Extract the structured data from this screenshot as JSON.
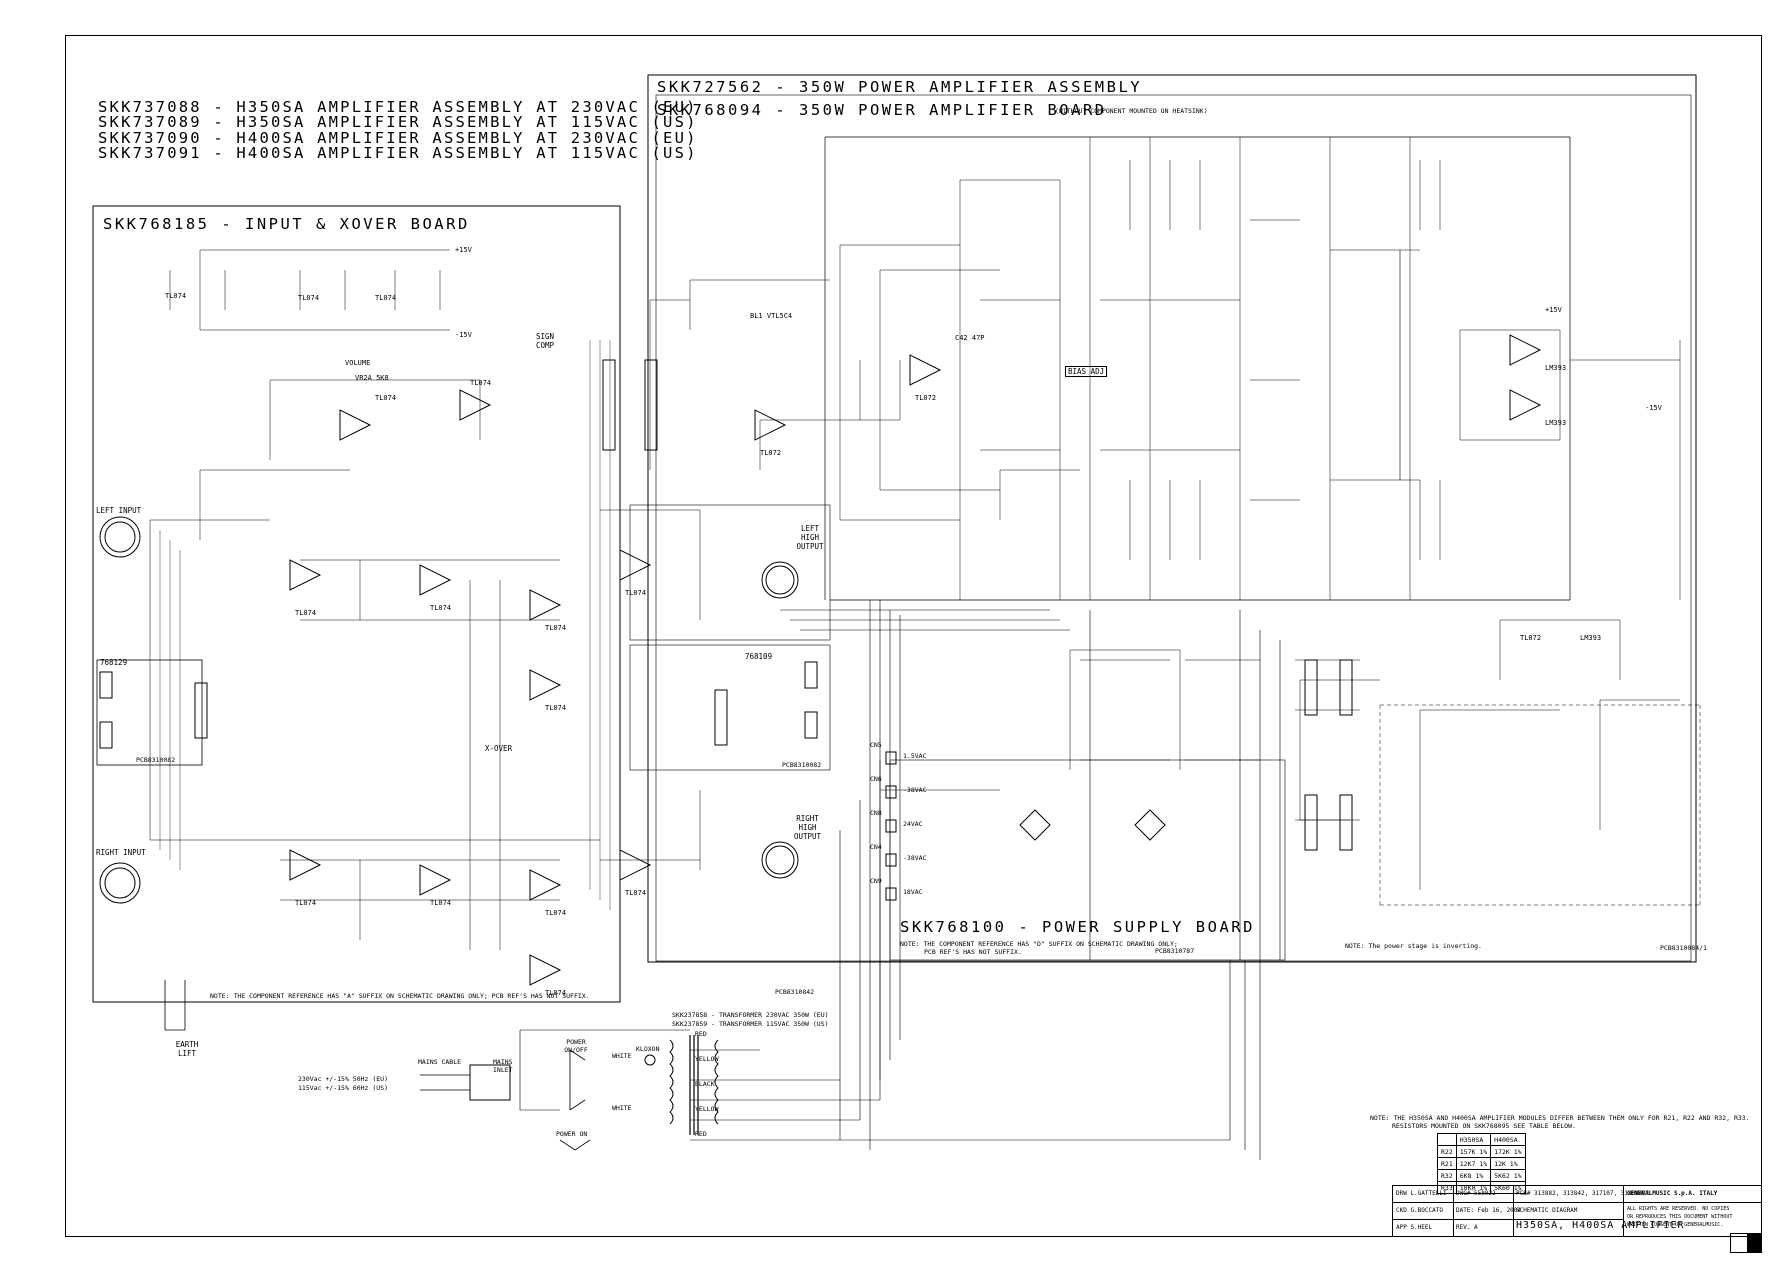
{
  "assemblies": [
    "SKK737088 - H350SA AMPLIFIER ASSEMBLY AT 230VAC (EU)",
    "SKK737089 - H350SA AMPLIFIER ASSEMBLY AT 115VAC (US)",
    "SKK737090 - H400SA AMPLIFIER ASSEMBLY AT 230VAC (EU)",
    "SKK737091 - H400SA AMPLIFIER ASSEMBLY AT 115VAC (US)"
  ],
  "power_amp": {
    "assembly_title": "SKK727562 - 350W POWER AMPLIFIER ASSEMBLY",
    "board_title": "SKK768094 - 350W POWER AMPLIFIER BOARD",
    "board_note": "(WITHOUT COMPONENT MOUNTED ON HEATSINK)",
    "bias_label": "BIAS ADJ",
    "inverting_note": "NOTE: The power stage is inverting.",
    "pcb_ref": "PCB8310084/1"
  },
  "input_board": {
    "title": "SKK768185 - INPUT & XOVER BOARD",
    "volume": "VOLUME",
    "left_input": "LEFT INPUT",
    "right_input": "RIGHT INPUT",
    "left_output": "LEFT HIGH OUTPUT",
    "right_output": "RIGHT HIGH OUTPUT",
    "xover": "X-OVER",
    "earth_lift": "EARTH LIFT",
    "sign_comp": "SIGN COMP",
    "module_left": "768129",
    "module_right": "768109",
    "pcb_left": "PCB8310082",
    "pcb_right": "PCB8310082",
    "note": "NOTE: THE COMPONENT REFERENCE HAS \"A\" SUFFIX ON SCHEMATIC DRAWING ONLY; PCB REF'S HAS NOT SUFFIX.",
    "pcb_ref": "PCB8310842"
  },
  "power_supply": {
    "title": "SKK768100 - POWER SUPPLY BOARD",
    "note_line1": "NOTE: THE COMPONENT REFERENCE HAS \"D\" SUFFIX ON SCHEMATIC DRAWING ONLY;",
    "note_line2": "PCB REF'S HAS NOT SUFFIX.",
    "pcb_ref": "PCB8310787",
    "transformer_line1": "SKK237858 - TRANSFORMER 230VAC 350W (EU)",
    "transformer_line2": "SKK237859 - TRANSFORMER 115VAC 350W (US)",
    "mains_cable": "MAINS CABLE",
    "mains_inlet": "MAINS INLET",
    "power_switch": "POWER ON/OFF",
    "voltage_eu": "230Vac +/-15% 50Hz (EU)",
    "voltage_us": "115Vac +/-15% 60Hz (US)",
    "power_on": "POWER ON",
    "kloxon": "KLOXON",
    "wire_colors": [
      "WHITE",
      "WHITE",
      "RED",
      "YELLOW",
      "BLACK",
      "YELLOW",
      "RED"
    ],
    "connectors": [
      "CN5",
      "CN6",
      "CN8",
      "CN4",
      "CN9"
    ],
    "rails": [
      "1.5VAC",
      "-38VAC",
      "24VAC",
      "-38VAC",
      "18VAC"
    ]
  },
  "resistor_table": {
    "note_line1": "NOTE: THE H350SA AND H400SA AMPLIFIER MODULES DIFFER BETWEEN THEM ONLY FOR R21, R22 AND R32, R33.",
    "note_line2": "RESISTORS MOUNTED ON SKK768095 SEE TABLE BELOW.",
    "headers": [
      "",
      "H350SA",
      "H400SA"
    ],
    "rows": [
      [
        "R22",
        "157K 1%",
        "172K 1%"
      ],
      [
        "R21",
        "12K7 1%",
        "12K 1%"
      ],
      [
        "R32",
        "6K8 1%",
        "5K62 1%"
      ],
      [
        "R33",
        "10K0 1%",
        "5K60 1%"
      ]
    ]
  },
  "title_block": {
    "drawn": "DRW L.GATTELLI",
    "checked": "CKD G.BOCCATO",
    "approved": "APP S.HEEL",
    "dwg": "DWG# 558022",
    "date": "DATE: Feb 16, 2004",
    "rev": "REV. A",
    "pcbs": "PCB# 313882, 313842, 317107, 313084/1",
    "type": "SCHEMATIC DIAGRAM",
    "product": "H350SA, H400SA AMPLIFIER",
    "company": "GENERALMUSIC S.p.A. ITALY",
    "rights1": "ALL RIGHTS ARE RESERVED. NO COPIES",
    "rights2": "OR REPRODUCES THIS DOCUMENT WITHOUT",
    "rights3": "WRITTEN CONSENT OF GENERALMUSIC."
  },
  "components": {
    "ic_tl074": "TL074",
    "ic_tl072": "TL072",
    "ic_lm393": "LM393",
    "volume_pot": "VR2A 5K8",
    "comp_c42": "C42 47P",
    "bl1": "BL1 VTL5C4",
    "rail_pos": "+15V",
    "rail_neg": "-15V"
  }
}
